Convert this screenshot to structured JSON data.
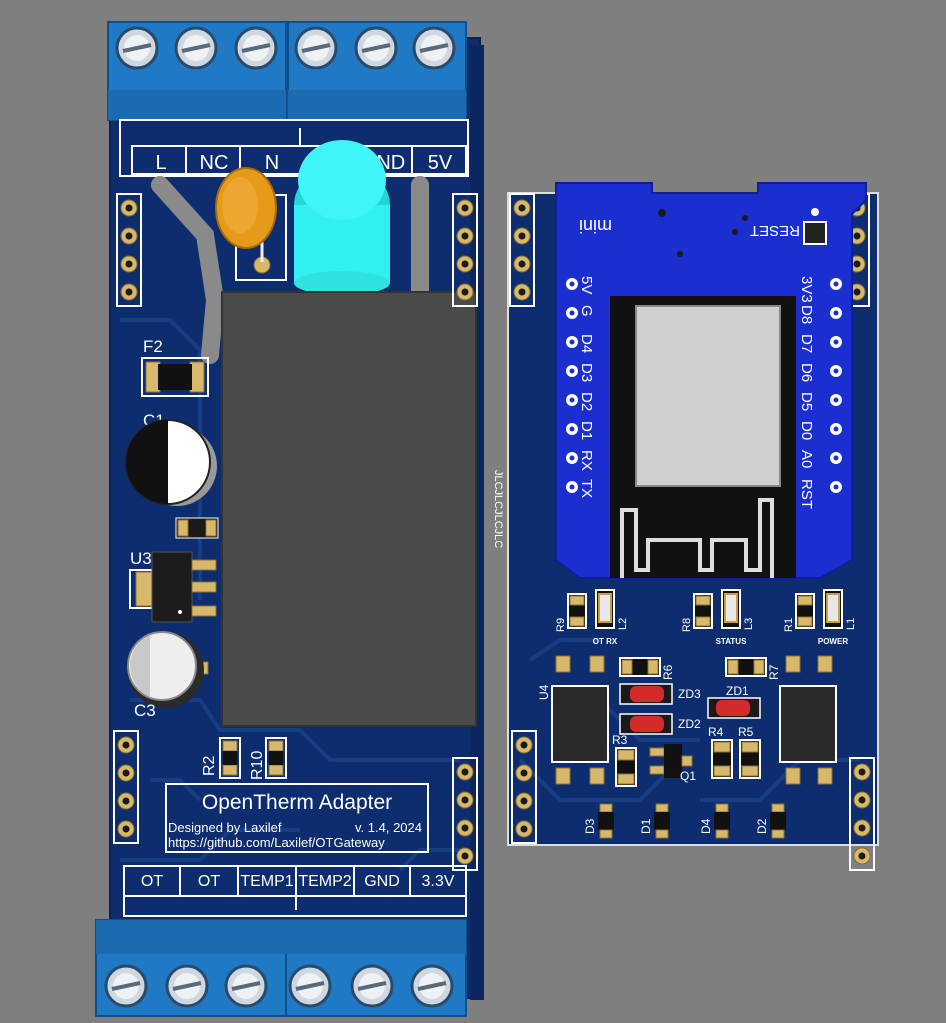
{
  "colors": {
    "background": "#7f7f7f",
    "pcb": "#0d2d6e",
    "pcb_trace": "#173d85",
    "terminal": "#1f79c4",
    "module_board": "#1b2fd0",
    "relay": "#4a4a4a",
    "ferrite_core": "#33f0f0",
    "varistor": "#e69a1a",
    "silkscreen": "#ffffff",
    "led_red": "#d42a2a"
  },
  "main_board": {
    "top_terminal_labels": [
      "L",
      "NC",
      "N",
      "GND",
      "5V"
    ],
    "bottom_terminal_labels": [
      "OT",
      "OT",
      "TEMP1",
      "TEMP2",
      "GND",
      "3.3V"
    ],
    "refs": {
      "f2": "F2",
      "c1": "C1",
      "u3": "U3",
      "c3": "C3",
      "r2": "R2",
      "r10": "R10"
    },
    "title": "OpenTherm Adapter",
    "designer": "Designed by Laxilef",
    "version": "v. 1.4, 2024",
    "url": "https://github.com/Laxilef/OTGateway",
    "side_text": "JLCJLCJLCJLC"
  },
  "wemos": {
    "label": "mini",
    "reset": "RESET",
    "left_pins": [
      "5V",
      "G",
      "D4",
      "D3",
      "D2",
      "D1",
      "RX",
      "TX"
    ],
    "right_pins": [
      "3V3",
      "D8",
      "D7",
      "D6",
      "D5",
      "D0",
      "A0",
      "RST"
    ]
  },
  "right_board": {
    "leds": [
      {
        "r": "R9",
        "l": "L2",
        "caption": "OT RX"
      },
      {
        "r": "R8",
        "l": "L3",
        "caption": "STATUS"
      },
      {
        "r": "R1",
        "l": "L1",
        "caption": "POWER"
      }
    ],
    "refs": {
      "u4": "U4",
      "r6": "R6",
      "zd3": "ZD3",
      "zd2": "ZD2",
      "zd1": "ZD1",
      "r7": "R7",
      "r3": "R3",
      "r4": "R4",
      "r5": "R5",
      "q1": "Q1",
      "d3": "D3",
      "d1": "D1",
      "d4": "D4",
      "d2": "D2"
    }
  }
}
